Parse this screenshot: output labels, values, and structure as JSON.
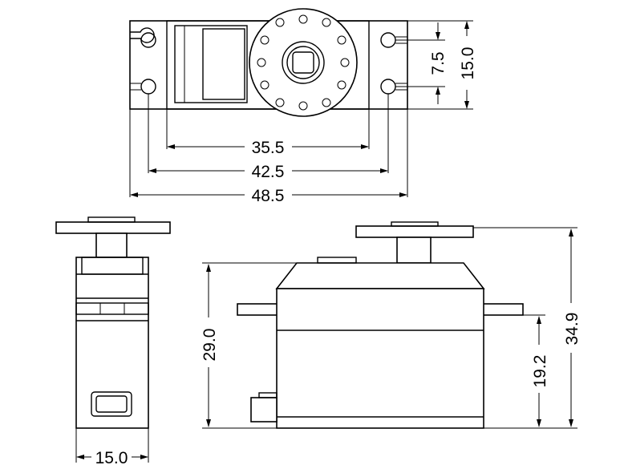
{
  "top_view": {
    "dimensions": {
      "holes_inner": "35.5",
      "holes_outer": "42.5",
      "overall_width": "48.5",
      "hole_spacing": "7.5",
      "flange_height": "15.0"
    }
  },
  "side_view": {
    "dimensions": {
      "depth": "15.0"
    }
  },
  "front_view": {
    "dimensions": {
      "case_height": "29.0",
      "flange_height": "19.2",
      "total_height": "34.9"
    }
  },
  "colors": {
    "line": "#000000",
    "background": "#ffffff"
  }
}
